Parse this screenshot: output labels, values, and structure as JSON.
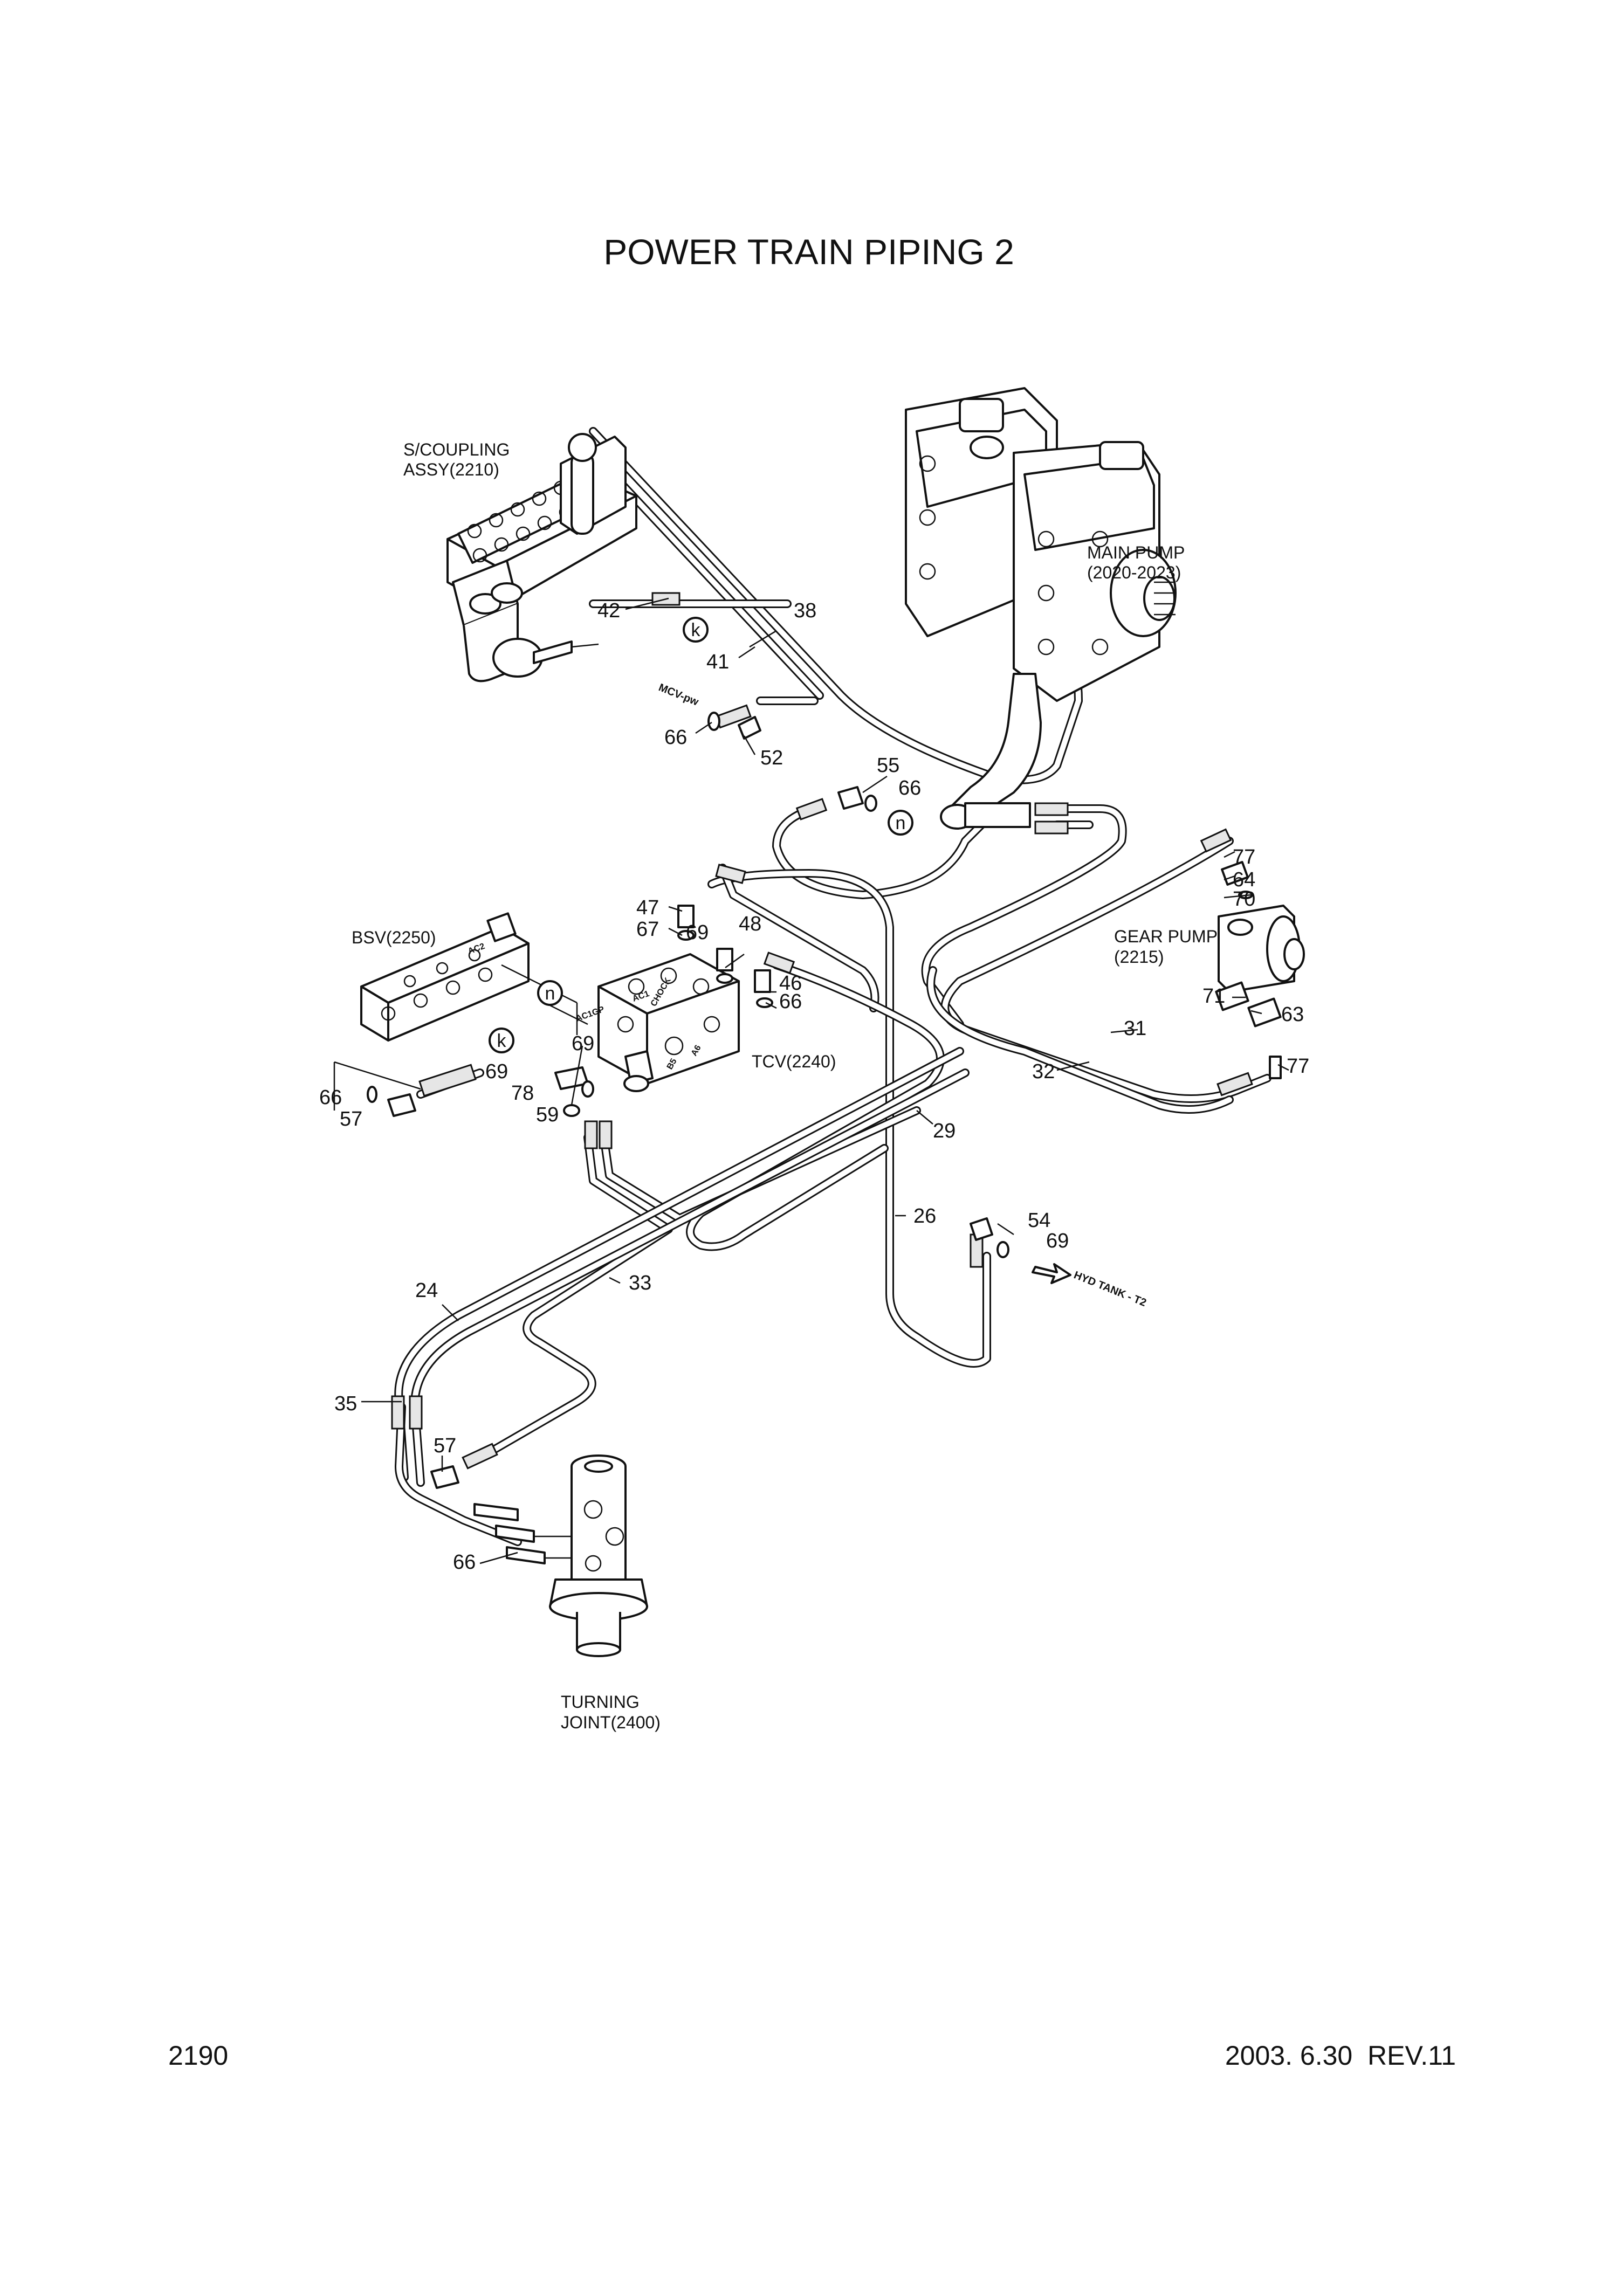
{
  "title": "POWER TRAIN PIPING 2",
  "page_number": "2190",
  "revision": "2003. 6.30  REV.11",
  "components": {
    "s_coupling": [
      "S/COUPLING",
      "ASSY(2210)"
    ],
    "main_pump": [
      "MAIN PUMP",
      "(2020-2023)"
    ],
    "gear_pump": [
      "GEAR PUMP",
      "(2215)"
    ],
    "bsv": "BSV(2250)",
    "tcv": "TCV(2240)",
    "turning_joint": [
      "TURNING",
      "JOINT(2400)"
    ]
  },
  "annotations": {
    "mcv_pw": "MCV-pw",
    "hyd_tank": "HYD TANK - T2",
    "port_labels": [
      "AC1",
      "CHOCK",
      "AC1GP",
      "B5",
      "A6",
      "AC2"
    ]
  },
  "reference_circles": [
    "k",
    "n",
    "n",
    "k"
  ],
  "part_numbers": [
    "42",
    "38",
    "41",
    "66",
    "52",
    "55",
    "66",
    "47",
    "67",
    "69",
    "48",
    "46",
    "66",
    "69",
    "69",
    "78",
    "59",
    "66",
    "57",
    "77",
    "64",
    "70",
    "71",
    "63",
    "31",
    "32",
    "77",
    "29",
    "26",
    "54",
    "69",
    "24",
    "33",
    "35",
    "57",
    "66"
  ]
}
